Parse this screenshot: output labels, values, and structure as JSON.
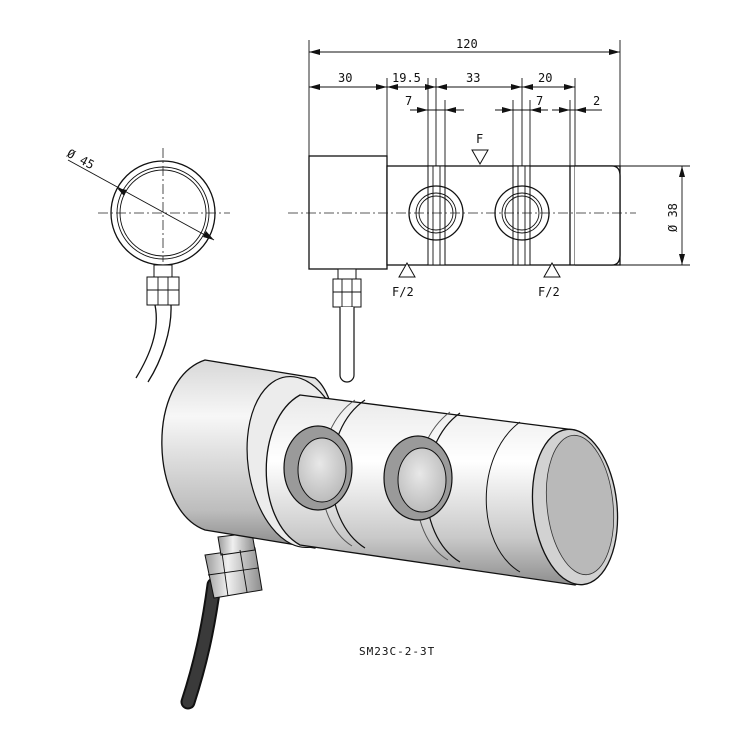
{
  "dimensions": {
    "overall_length": "120",
    "housing_length": "30",
    "section_a": "19.5",
    "pin_spacing": "33",
    "section_b": "20",
    "groove_width_left": "7",
    "groove_width_right": "7",
    "end_gap": "2",
    "body_diameter": "Ø 38",
    "housing_diameter": "Ø 45"
  },
  "loads": {
    "center_force": "F",
    "support_left": "F/2",
    "support_right": "F/2"
  },
  "model_code": "SM23C-2-3T"
}
